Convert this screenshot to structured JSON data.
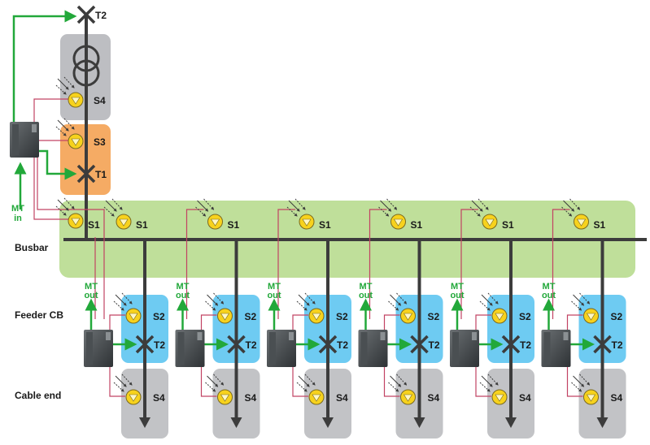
{
  "zones": {
    "busbar": "Busbar",
    "feeder": "Feeder CB",
    "cable": "Cable end"
  },
  "main": {
    "t2_label": "T2",
    "t1_label": "T1",
    "s4_label": "S4",
    "s3_label": "S3",
    "s1_label": "S1",
    "mt_in": [
      "MT",
      "in"
    ]
  },
  "feeders": [
    {
      "s1": "S1",
      "s2": "S2",
      "t2": "T2",
      "s4": "S4",
      "mt_out": [
        "MT",
        "out"
      ]
    },
    {
      "s1": "S1",
      "s2": "S2",
      "t2": "T2",
      "s4": "S4",
      "mt_out": [
        "MT",
        "out"
      ]
    },
    {
      "s1": "S1",
      "s2": "S2",
      "t2": "T2",
      "s4": "S4",
      "mt_out": [
        "MT",
        "out"
      ]
    },
    {
      "s1": "S1",
      "s2": "S2",
      "t2": "T2",
      "s4": "S4",
      "mt_out": [
        "MT",
        "out"
      ]
    },
    {
      "s1": "S1",
      "s2": "S2",
      "t2": "T2",
      "s4": "S4",
      "mt_out": [
        "MT",
        "out"
      ]
    },
    {
      "s1": "S1",
      "s2": "S2",
      "t2": "T2",
      "s4": "S4",
      "mt_out": [
        "MT",
        "out"
      ]
    }
  ],
  "colors": {
    "busbar_zone": "#bfdf9a",
    "transformer_zone": "#bdbec2",
    "s3_zone": "#f5ab64",
    "feeder_zone": "#6ecbf2",
    "cable_zone": "#c2c3c6",
    "trip_line": "#22a83a",
    "signal_line": "#c24363",
    "conductor": "#3c3c3c",
    "sensor_fill": "#f7d21d"
  },
  "icons": {
    "sensor": "light-sensor-icon",
    "breaker": "circuit-breaker-icon",
    "relay": "relay-unit-icon",
    "transformer": "transformer-icon"
  }
}
